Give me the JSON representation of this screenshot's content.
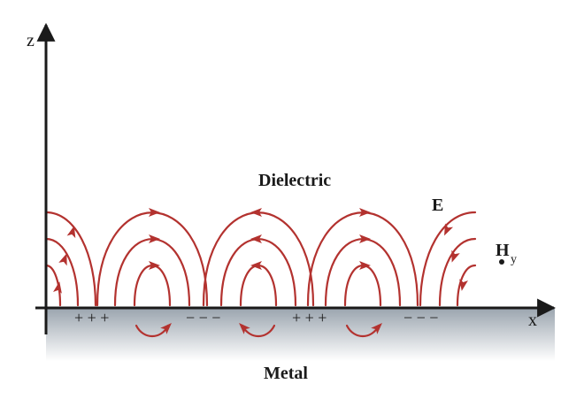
{
  "axes": {
    "z": "z",
    "x": "x"
  },
  "regions": {
    "dielectric": "Dielectric",
    "metal": "Metal"
  },
  "field": {
    "e": "E",
    "h": "H",
    "h_sub": "y"
  },
  "charges": [
    "+ + +",
    "− − −",
    "+ + +",
    "− − −"
  ],
  "colors": {
    "field_line": "#b3322f",
    "axis": "#1a1a1a",
    "metal_top": "#9aa4ae",
    "metal_bottom": "#ffffff"
  }
}
